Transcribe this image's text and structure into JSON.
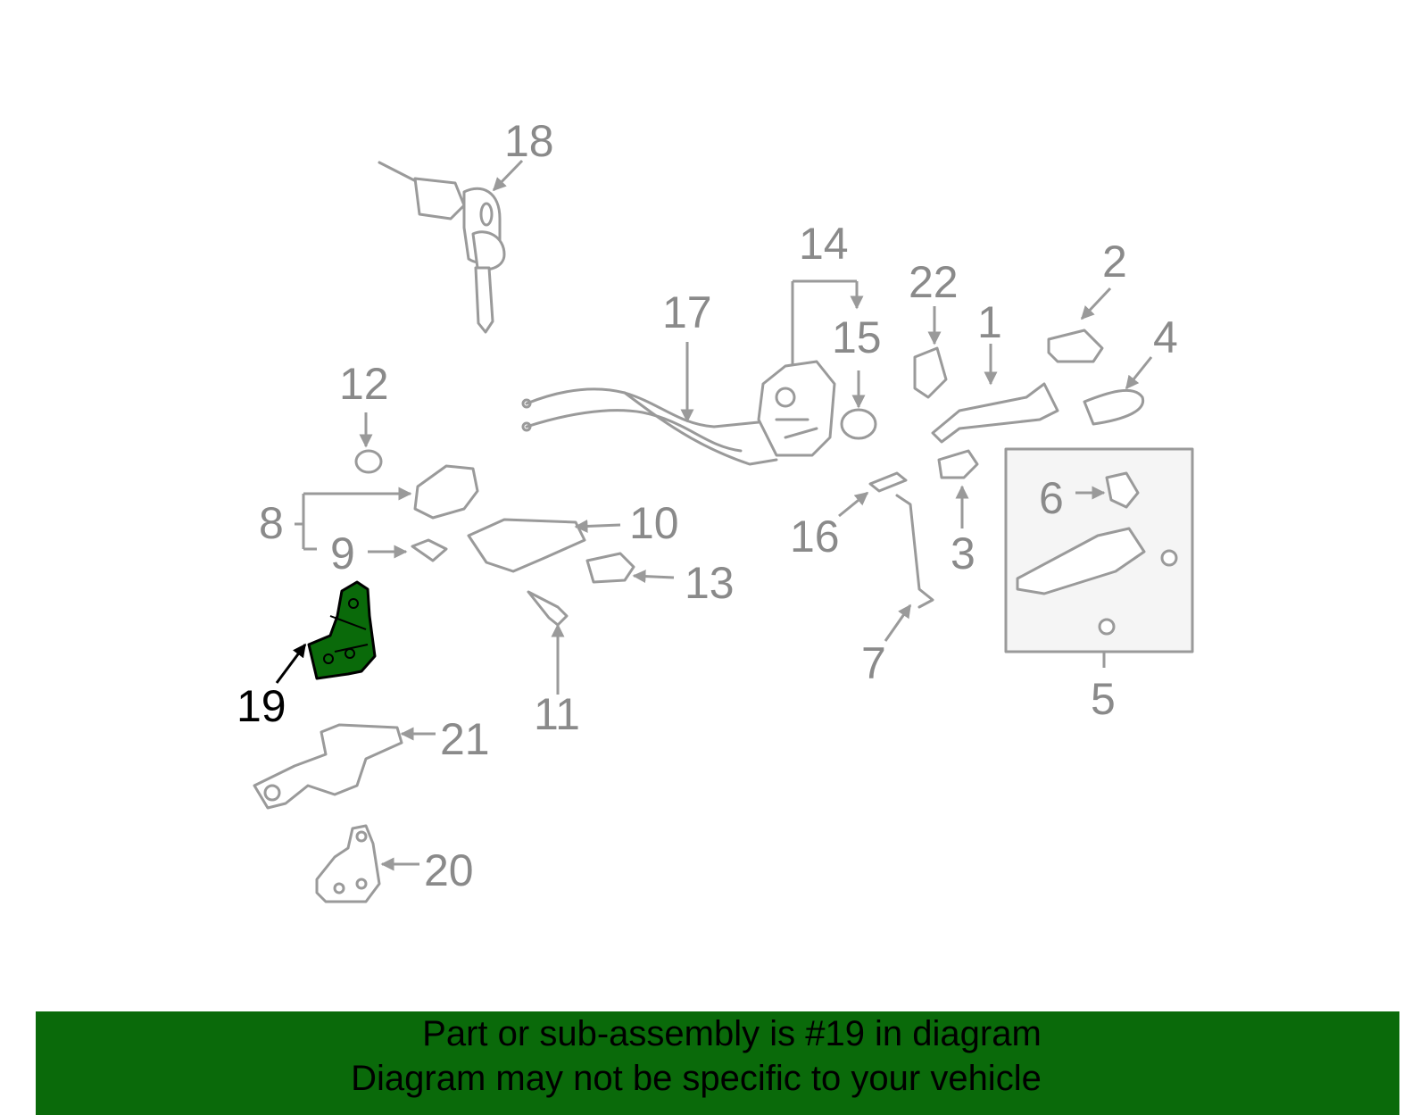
{
  "callouts": [
    "1",
    "2",
    "3",
    "4",
    "5",
    "6",
    "7",
    "8",
    "9",
    "10",
    "11",
    "12",
    "13",
    "14",
    "15",
    "16",
    "17",
    "18",
    "19",
    "20",
    "21",
    "22"
  ],
  "highlighted_callout": "19",
  "colors": {
    "highlight_part": "#0a6a0a",
    "banner_bg": "#0a6a0a",
    "parts_line": "#9a9a9a",
    "label_gray": "#8a8a8a"
  },
  "banner": {
    "line1": "Part or sub-assembly is #19 in diagram",
    "line2": "Diagram may not be specific to your vehicle"
  }
}
